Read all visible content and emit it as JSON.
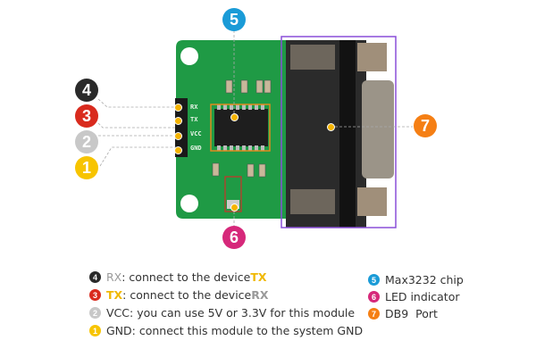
{
  "colors": {
    "badge1": "#f7c400",
    "badge2": "#c8c8c8",
    "badge3": "#d92b1e",
    "badge4": "#2a2a2a",
    "badge5": "#1a9bd7",
    "badge6": "#d6287a",
    "badge7": "#f57f14",
    "pcb": "#1f9a45",
    "highlight_chip": "#e08a1e",
    "highlight_led": "#c0392b",
    "highlight_db9": "#8a4fd8"
  },
  "callouts": {
    "c1": "1",
    "c2": "2",
    "c3": "3",
    "c4": "4",
    "c5": "5",
    "c6": "6",
    "c7": "7"
  },
  "board": {
    "pins": [
      "RX",
      "TX",
      "VCC",
      "GND"
    ],
    "led_labels": [
      "RX",
      "TX"
    ]
  },
  "legend_left": [
    {
      "num": "4",
      "pin": "RX",
      "text": ": connect to the device ",
      "target": "TX"
    },
    {
      "num": "3",
      "pin": "TX",
      "text": ": connect to the device ",
      "target": "RX"
    },
    {
      "num": "2",
      "text": "VCC: you can use 5V or 3.3V for this module"
    },
    {
      "num": "1",
      "text": "GND: connect this module to the system GND"
    }
  ],
  "legend_right": [
    {
      "num": "5",
      "text": "Max3232 chip"
    },
    {
      "num": "6",
      "text": "LED indicator"
    },
    {
      "num": "7",
      "text": "DB9  Port"
    }
  ]
}
